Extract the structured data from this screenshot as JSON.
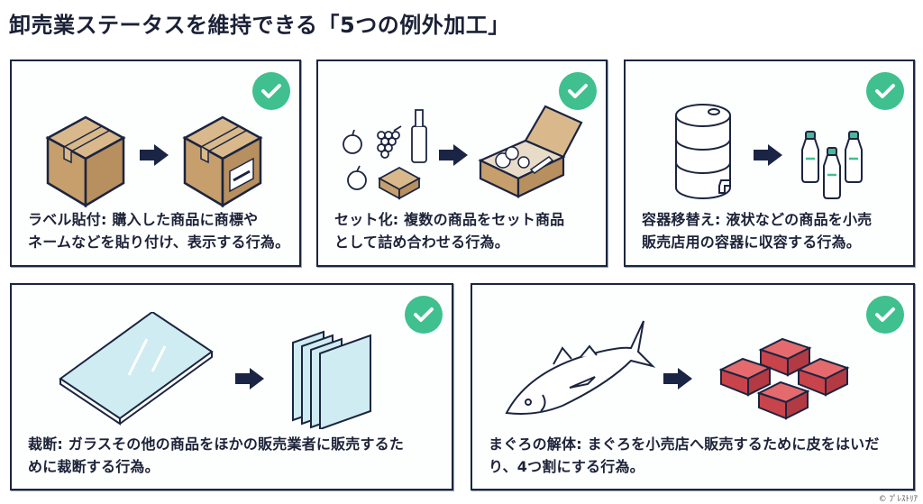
{
  "title": "卸売業ステータスを維持できる「5つの例外加工」",
  "colors": {
    "accent_check": "#3fc08e",
    "border": "#1b2540",
    "arrow": "#1a2444",
    "cardboard": "#c9a77a",
    "tuna": "#d9525a",
    "glass": "#bfe4ec"
  },
  "cards": [
    {
      "id": "label",
      "icon_before": "cardboard-box-icon",
      "icon_after": "labeled-box-icon",
      "status_icon": "check-circle-icon",
      "lines": [
        "ラベル貼付: 購入した商品に商標や",
        "ネームなどを貼り付け、表示する行為。"
      ]
    },
    {
      "id": "set",
      "icon_before": "fruits-wine-box-icon",
      "icon_after": "gift-box-icon",
      "status_icon": "check-circle-icon",
      "lines": [
        "セット化: 複数の商品をセット商品",
        "として詰め合わせる行為。"
      ]
    },
    {
      "id": "container",
      "icon_before": "drum-barrel-icon",
      "icon_after": "bottles-icon",
      "status_icon": "check-circle-icon",
      "lines": [
        "容器移替え: 液状などの商品を小売",
        "販売店用の容器に収容する行為。"
      ]
    },
    {
      "id": "cutting",
      "icon_before": "glass-sheet-icon",
      "icon_after": "glass-panes-icon",
      "status_icon": "check-circle-icon",
      "lines": [
        "裁断: ガラスその他の商品をほかの販売業者に販売するた",
        "めに裁断する行為。"
      ]
    },
    {
      "id": "tuna",
      "icon_before": "tuna-fish-icon",
      "icon_after": "tuna-blocks-icon",
      "status_icon": "check-circle-icon",
      "lines": [
        "まぐろの解体: まぐろを小売店へ販売するために皮をはいだ",
        "り、4つ割にする行為。"
      ]
    }
  ],
  "credit": "© ﾌﾟﾚｽﾄﾘｱ"
}
